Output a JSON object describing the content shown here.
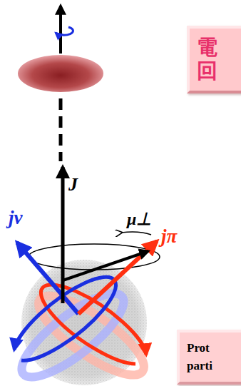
{
  "diagram": {
    "nodes": [
      {
        "text": [
          "電 回"
        ]
      },
      {
        "text": [
          "Prot parti"
        ]
      }
    ],
    "labels": [
      "J",
      "μ⊥",
      "jν",
      "jπ"
    ]
  }
}
